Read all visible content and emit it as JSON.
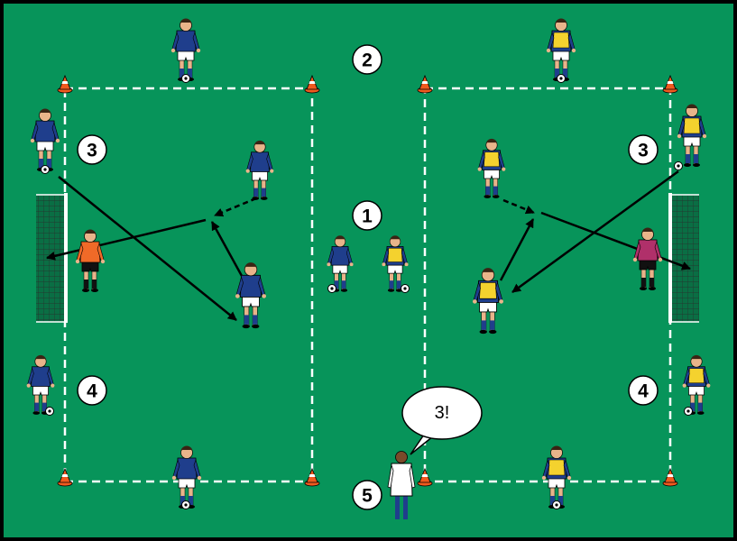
{
  "colors": {
    "pitch": "#07945a",
    "border": "#000000",
    "dashed_line": "#ffffff",
    "cone": "#f05a1e",
    "team_blue_shirt": "#1f3e8c",
    "bib_yellow": "#f4d22e",
    "keeper_left": "#f06a28",
    "keeper_right": "#b0306a",
    "shorts": "#ffffff",
    "socks": "#1f3e8c",
    "arrow": "#000000"
  },
  "markers": [
    {
      "id": "marker-1",
      "label": "1"
    },
    {
      "id": "marker-2",
      "label": "2"
    },
    {
      "id": "marker-3-left",
      "label": "3"
    },
    {
      "id": "marker-3-right",
      "label": "3"
    },
    {
      "id": "marker-4-left",
      "label": "4"
    },
    {
      "id": "marker-4-right",
      "label": "4"
    },
    {
      "id": "marker-5",
      "label": "5"
    }
  ],
  "coach": {
    "speech": "3!",
    "icon": "speech-bubble-icon"
  },
  "icons": {
    "player": "player-icon",
    "goalkeeper": "goalkeeper-icon",
    "ball": "ball-icon",
    "cone": "cone-icon",
    "goal": "goal-icon",
    "coach": "coach-icon"
  }
}
